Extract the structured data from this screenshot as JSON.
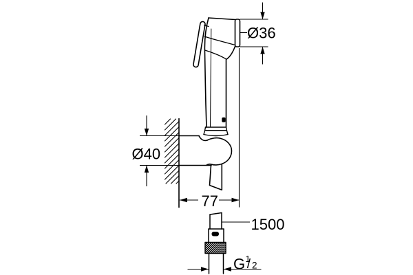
{
  "drawing": {
    "background_color": "#ffffff",
    "line_color": "#000000",
    "labels": {
      "head_diameter": "Ø36",
      "holder_diameter": "Ø40",
      "holder_depth": "77",
      "hose_length": "1500",
      "thread_letter": "G",
      "thread_numerator": "1",
      "thread_slash": "/",
      "thread_denominator": "2"
    }
  }
}
